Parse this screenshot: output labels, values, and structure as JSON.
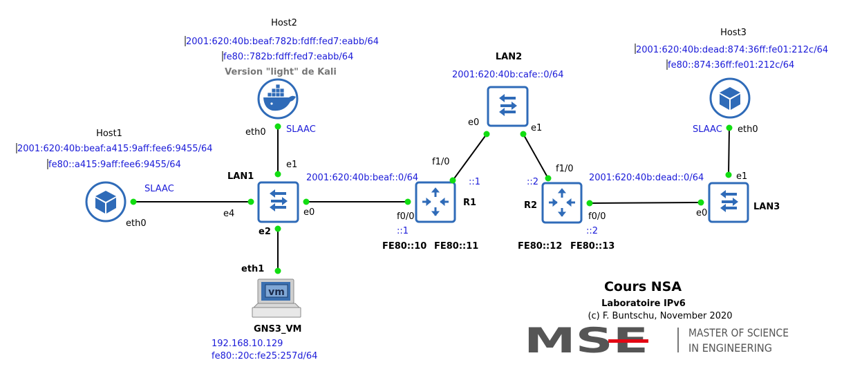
{
  "hosts": {
    "host1": {
      "title": "Host1",
      "ipv6_global": "2001:620:40b:beaf:a415:9aff:fee6:9455/64",
      "ipv6_link": "fe80::a415:9aff:fee6:9455/64",
      "iface": "eth0",
      "mode": "SLAAC"
    },
    "host2": {
      "title": "Host2",
      "ipv6_global": "2001:620:40b:beaf:782b:fdff:fed7:eabb/64",
      "ipv6_link": "fe80::782b:fdff:fed7:eabb/64",
      "subtitle": "Version \"light\" de Kali",
      "iface": "eth0",
      "mode": "SLAAC"
    },
    "host3": {
      "title": "Host3",
      "ipv6_global": "2001:620:40b:dead:874:36ff:fe01:212c/64",
      "ipv6_link": "fe80::874:36ff:fe01:212c/64",
      "iface": "eth0",
      "mode": "SLAAC"
    },
    "gns3vm": {
      "title": "GNS3_VM",
      "ipv4": "192.168.10.129",
      "ipv6_link": "fe80::20c:fe25:257d/64",
      "iface": "eth1",
      "icon_text": "vm"
    }
  },
  "switches": {
    "lan1": {
      "title": "LAN1",
      "prefix": "2001:620:40b:beaf::0/64",
      "ports": {
        "e1": "e1",
        "e4": "e4",
        "e0": "e0",
        "e2": "e2"
      }
    },
    "lan2": {
      "title": "LAN2",
      "prefix": "2001:620:40b:cafe::0/64",
      "ports": {
        "e0": "e0",
        "e1": "e1"
      }
    },
    "lan3": {
      "title": "LAN3",
      "prefix": "2001:620:40b:dead::0/64",
      "ports": {
        "e0": "e0",
        "e1": "e1"
      }
    }
  },
  "routers": {
    "r1": {
      "title": "R1",
      "ports": {
        "f00": "f0/0",
        "f10": "f1/0"
      },
      "addr_f00": "::1",
      "addr_f10": "::1",
      "link_local_a": "FE80::10",
      "link_local_b": "FE80::11"
    },
    "r2": {
      "title": "R2",
      "ports": {
        "f00": "f0/0",
        "f10": "f1/0"
      },
      "addr_f00": "::2",
      "addr_f10": "::2",
      "link_local_a": "FE80::12",
      "link_local_b": "FE80::13"
    }
  },
  "footer": {
    "course": "Cours NSA",
    "lab": "Laboratoire IPv6",
    "copyright": "(c) F. Buntschu, November 2020",
    "logo_text": "MSE",
    "logo_line1": "MASTER OF SCIENCE",
    "logo_line2": "IN ENGINEERING"
  },
  "colors": {
    "device_blue": "#2f6bb8",
    "link_dot": "#11dd11",
    "address_blue": "#1a1ad8",
    "logo_gray": "#555555",
    "logo_red": "#e30613"
  }
}
